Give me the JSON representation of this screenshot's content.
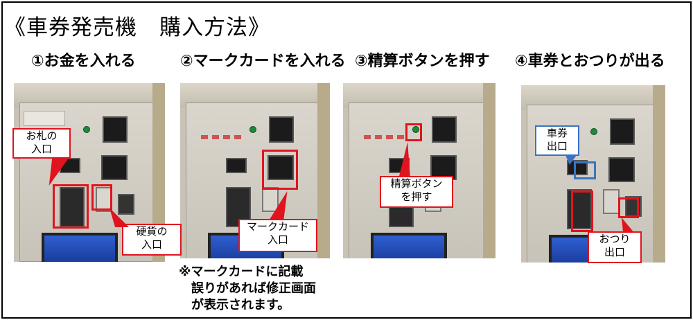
{
  "title": "《車券発売機　購入方法》",
  "steps": [
    {
      "label": "①お金を入れる"
    },
    {
      "label": "②マークカードを入れる"
    },
    {
      "label": "③精算ボタンを押す"
    },
    {
      "label": "④車券とおつりが出る"
    }
  ],
  "callouts": {
    "bill_slot": [
      "お札の",
      "入口"
    ],
    "coin_slot": [
      "硬貨の",
      "入口"
    ],
    "markcard_slot": [
      "マークカード",
      "入口"
    ],
    "settle_button": [
      "精算ボタン",
      "を押す"
    ],
    "ticket_exit": [
      "車券",
      "出口"
    ],
    "change_exit": [
      "おつり",
      "出口"
    ]
  },
  "note": [
    "※マークカードに記載",
    "　誤りがあれば修正画面",
    "　が表示されます。"
  ],
  "colors": {
    "highlight": "#e0141e",
    "highlight_alt": "#3a73c4"
  }
}
